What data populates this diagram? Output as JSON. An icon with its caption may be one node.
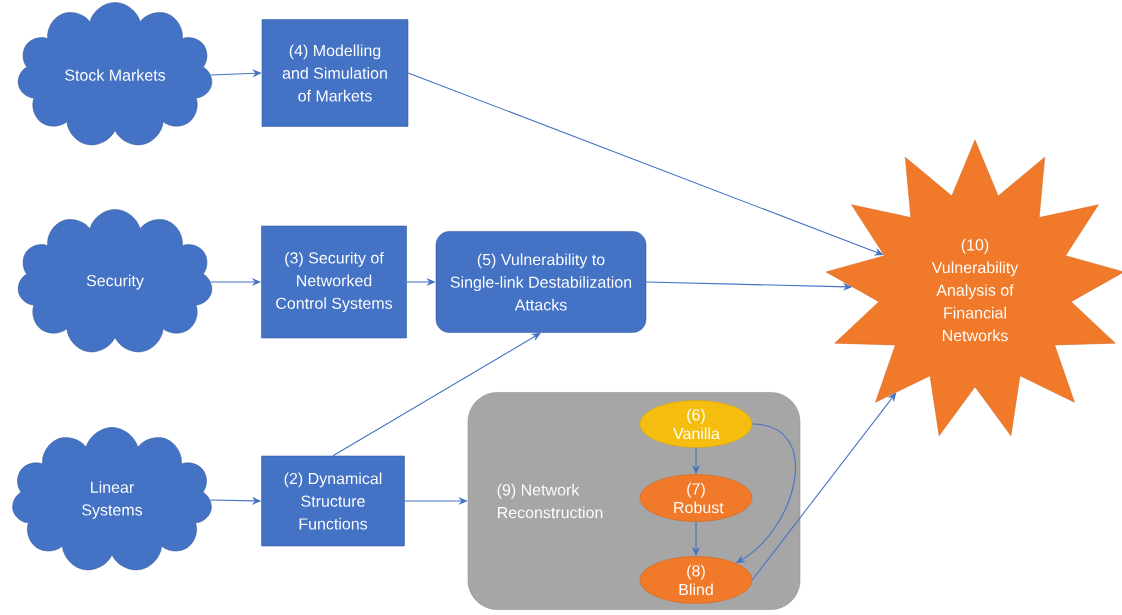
{
  "diagram": {
    "nodes": [
      {
        "text": [
          "Stock Markets"
        ]
      },
      {
        "text": [
          "(4) Modelling and Simulation of Markets"
        ]
      },
      {
        "text": [
          "Security"
        ]
      },
      {
        "text": [
          "(3) Security of Networked Control Systems"
        ]
      },
      {
        "text": [
          "(5) Vulnerability to Single-link Destabilization Attacks"
        ]
      },
      {
        "text": [
          "Linear Systems"
        ]
      },
      {
        "text": [
          "(2) Dynamical Structure Functions"
        ]
      },
      {
        "text": [
          "(9) Network Reconstruction"
        ]
      },
      {
        "text": [
          "(6) Vanilla"
        ],
        "in": 7
      },
      {
        "text": [
          "(7) Robust"
        ],
        "in": 7
      },
      {
        "text": [
          "(8) Blind"
        ],
        "in": 7
      },
      {
        "text": [
          "(10) Vulnerability Analysis of Financial Networks"
        ]
      }
    ],
    "edges": [
      {
        "from": 0,
        "to": 1,
        "arrow": "to"
      },
      {
        "from": 1,
        "to": 11,
        "arrow": "to"
      },
      {
        "from": 2,
        "to": 3,
        "arrow": "to"
      },
      {
        "from": 3,
        "to": 4,
        "arrow": "to"
      },
      {
        "from": 4,
        "to": 11,
        "arrow": "to"
      },
      {
        "from": 6,
        "to": 4,
        "arrow": "to"
      },
      {
        "from": 5,
        "to": 6,
        "arrow": "to"
      },
      {
        "from": 6,
        "to": 7,
        "arrow": "to"
      },
      {
        "from": 8,
        "to": 9,
        "arrow": "to"
      },
      {
        "from": 9,
        "to": 10,
        "arrow": "to"
      },
      {
        "from": 8,
        "to": 10,
        "arrow": "to"
      },
      {
        "from": 10,
        "to": 11,
        "arrow": "to"
      }
    ]
  }
}
